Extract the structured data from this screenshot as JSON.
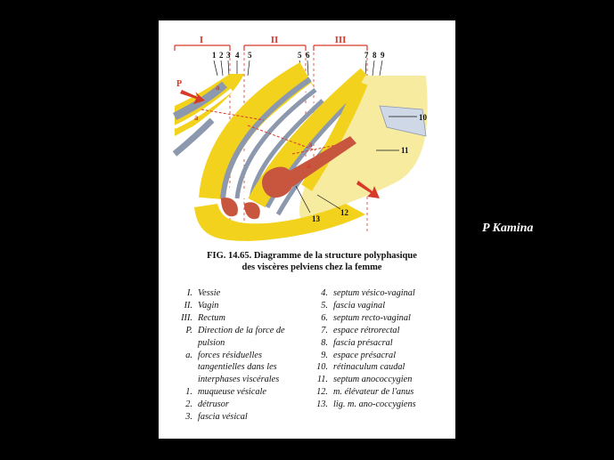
{
  "figure": {
    "region_labels": [
      "I",
      "II",
      "III"
    ],
    "layer_numbers": [
      "1",
      "2",
      "3",
      "4",
      "5",
      "5",
      "6",
      "7",
      "8",
      "9"
    ],
    "structure_callouts": [
      "10",
      "11",
      "12",
      "13"
    ],
    "force_label": "P",
    "residual_label": "a"
  },
  "caption": {
    "line1": "FIG. 14.65. Diagramme de la structure polyphasique",
    "line2": "des viscères pelviens chez la femme"
  },
  "legend_left": [
    {
      "key": "I.",
      "text": "Vessie"
    },
    {
      "key": "II.",
      "text": "Vagin"
    },
    {
      "key": "III.",
      "text": "Rectum"
    },
    {
      "key": "P.",
      "text": "Direction de la force de pulsion"
    },
    {
      "key": "a.",
      "text": "forces résiduelles tangentielles dans les interphases viscérales"
    },
    {
      "key": "1.",
      "text": "muqueuse vésicale"
    },
    {
      "key": "2.",
      "text": "détrusor"
    },
    {
      "key": "3.",
      "text": "fascia vésical"
    }
  ],
  "legend_right": [
    {
      "key": "4.",
      "text": "septum vésico-vaginal"
    },
    {
      "key": "5.",
      "text": "fascia vaginal"
    },
    {
      "key": "6.",
      "text": "septum recto-vaginal"
    },
    {
      "key": "7.",
      "text": "espace rétrorectal"
    },
    {
      "key": "8.",
      "text": "fascia présacral"
    },
    {
      "key": "9.",
      "text": "espace présacral"
    },
    {
      "key": "10.",
      "text": "rétinaculum caudal"
    },
    {
      "key": "11.",
      "text": "septum anococcygien"
    },
    {
      "key": "12.",
      "text": "m. élévateur de l'anus"
    },
    {
      "key": "13.",
      "text": "lig. m. ano-coccygiens"
    }
  ],
  "credit": "P Kamina",
  "colors": {
    "background": "#000000",
    "page": "#ffffff",
    "yellow": "#f2d21c",
    "red": "#d83a2a",
    "muscle": "#c8563e",
    "gray_blue": "#8c98ad",
    "pale_yellow": "#f7eba0"
  }
}
